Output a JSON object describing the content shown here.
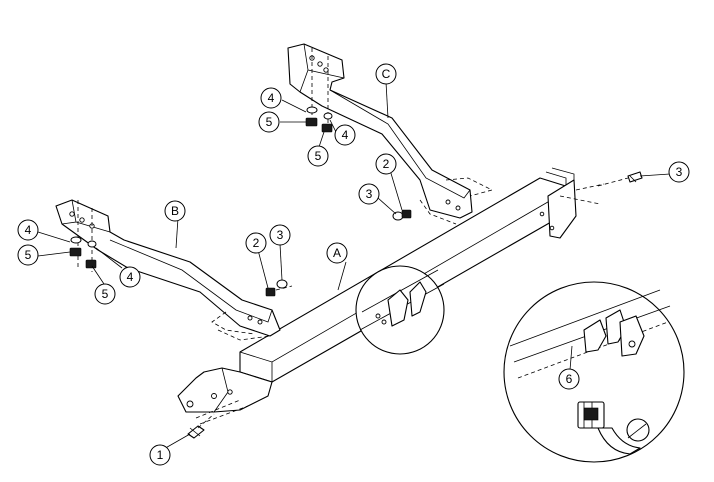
{
  "callouts": {
    "a_main": "A",
    "b_left": "B",
    "c_right": "C",
    "n1": "1",
    "n2_mid": "2",
    "n3_mid": "3",
    "n2_right": "2",
    "n3_right_nut": "3",
    "n3_far_right": "3",
    "n4_left_outer": "4",
    "n5_left_outer": "5",
    "n4_left_inner": "4",
    "n5_left_inner": "5",
    "n4_top_outer": "4",
    "n5_top_outer": "5",
    "n4_top_inner": "4",
    "n5_top_inner": "5",
    "n6": "6"
  },
  "colors": {
    "line": "#000000",
    "background": "#ffffff",
    "nut_fill": "#1a1a1a"
  }
}
